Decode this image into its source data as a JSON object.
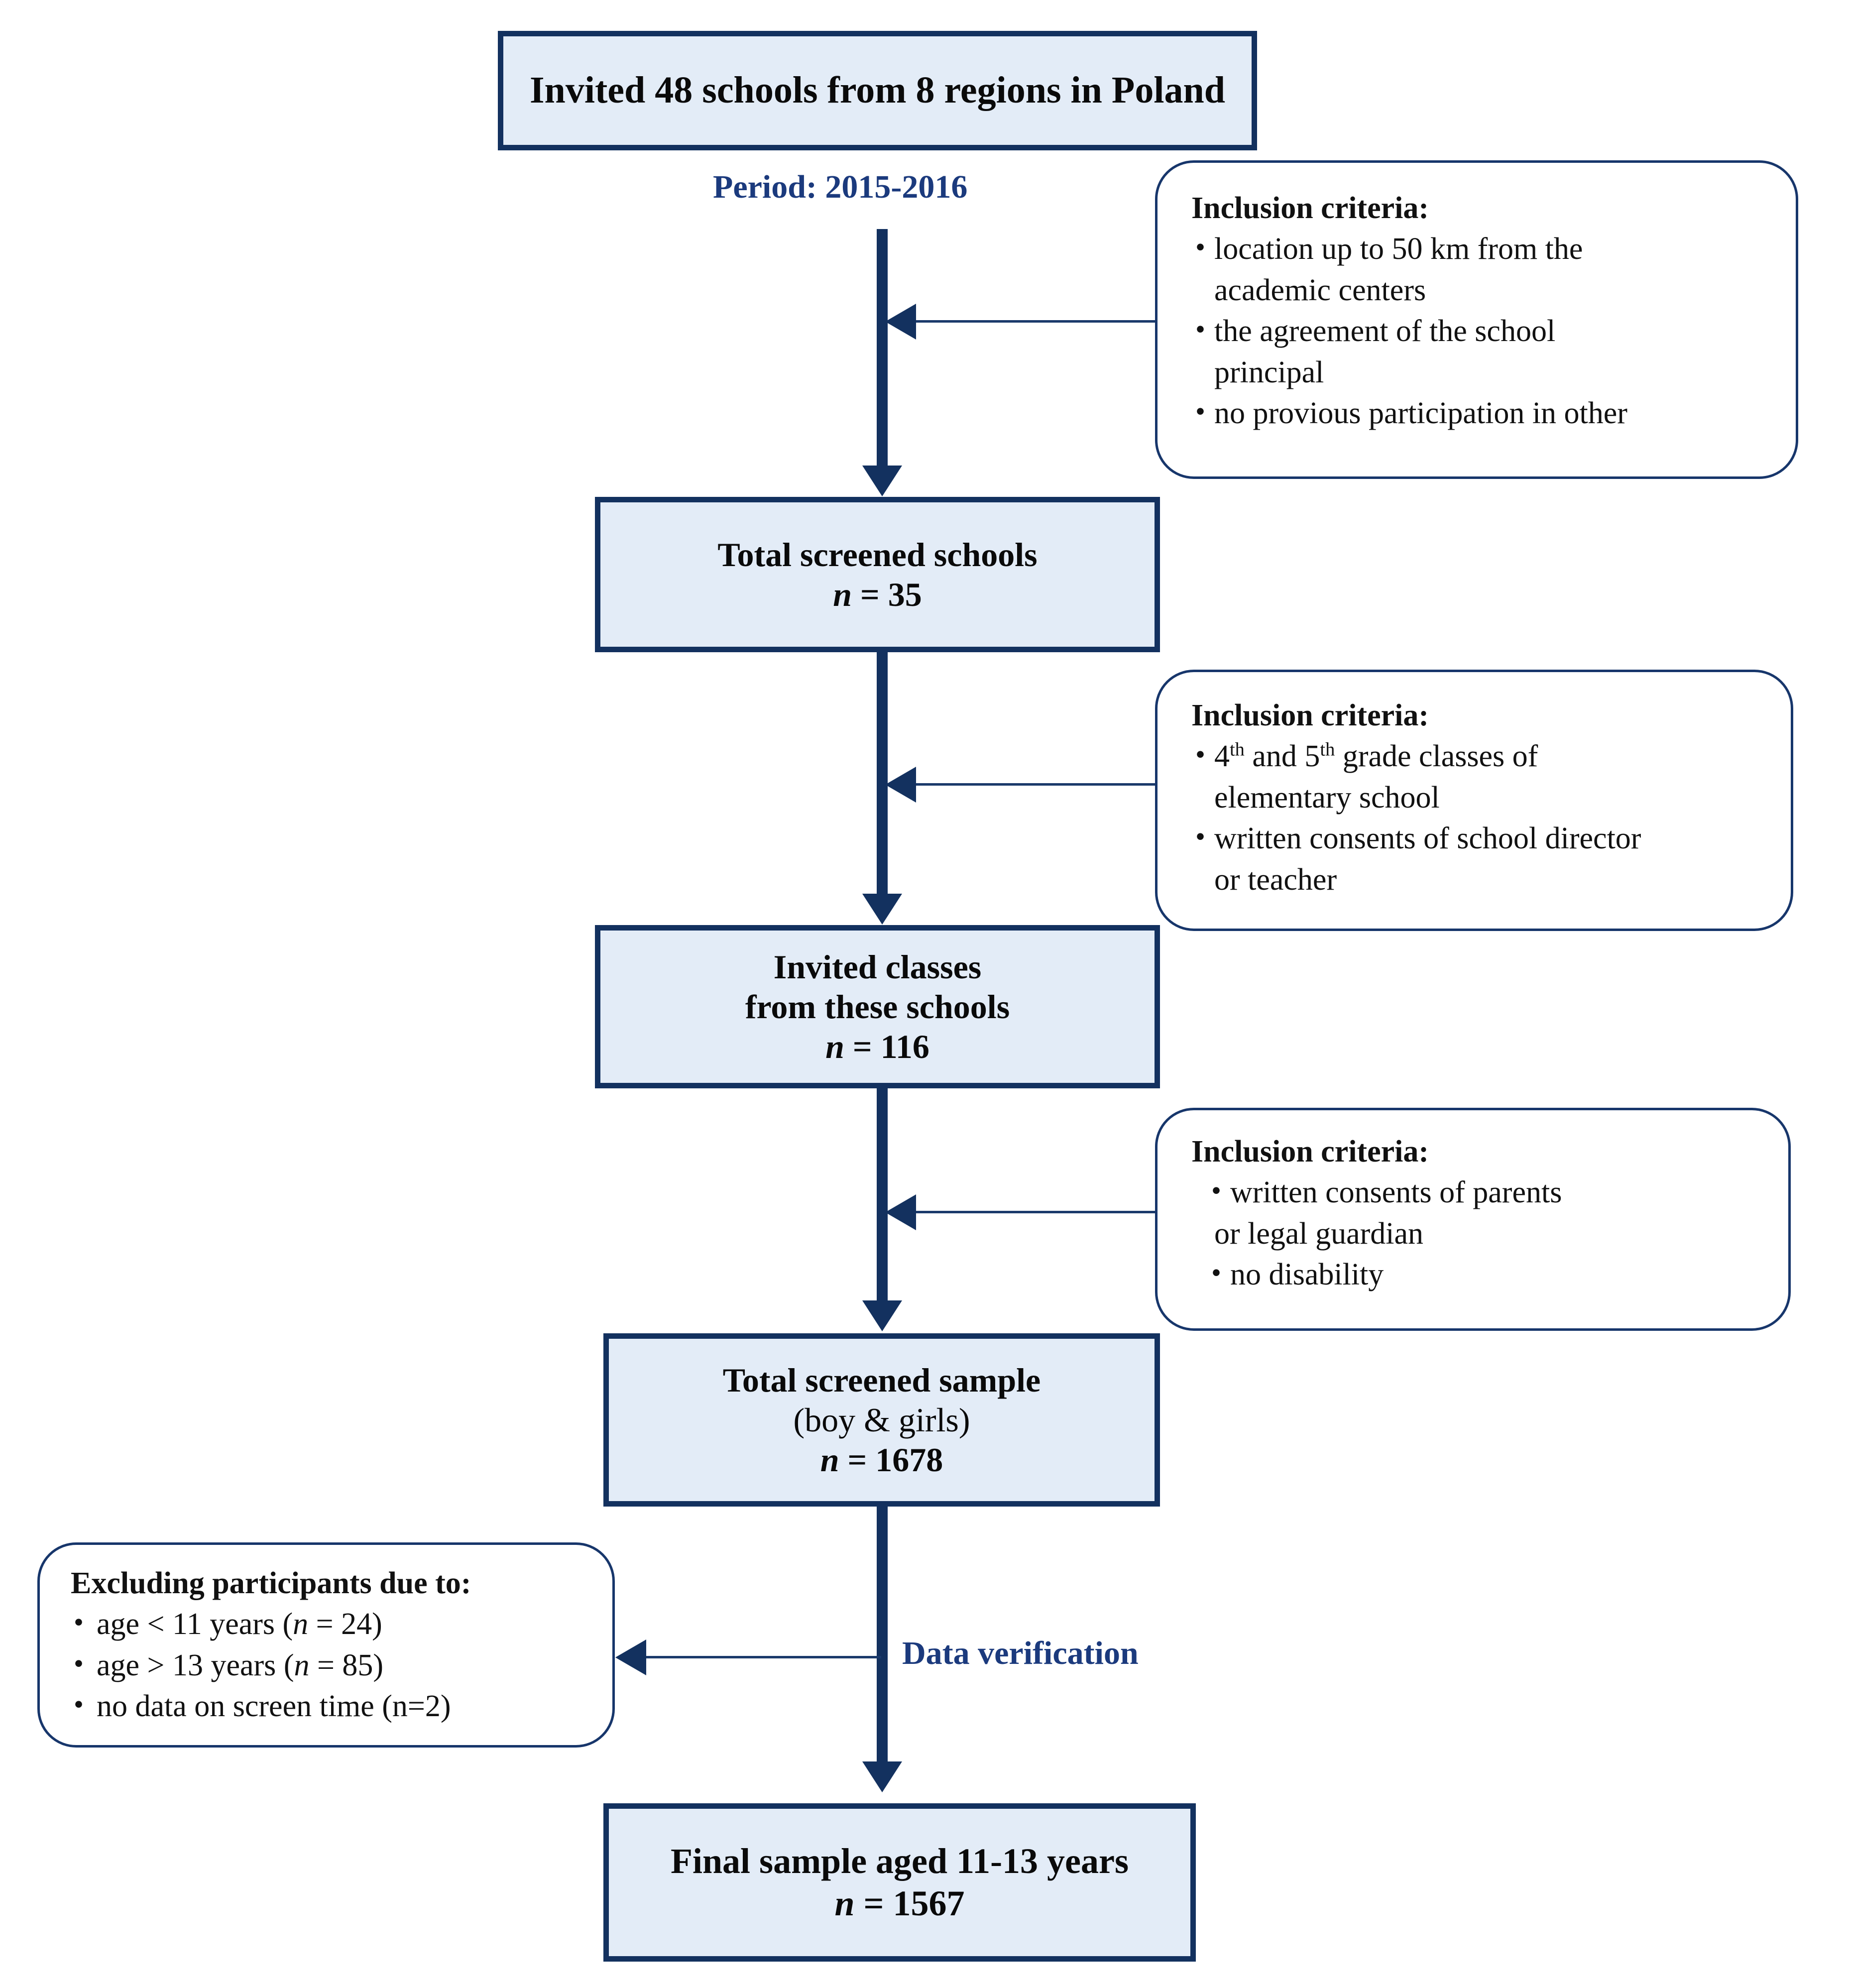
{
  "diagram": {
    "title": "Study participant flow diagram",
    "colors": {
      "box_fill": "#e3ecf7",
      "box_border": "#13315f",
      "criteria_border": "#17366b",
      "connector": "#13315f",
      "label_text": "#1b3a7d",
      "body_text": "#111111",
      "background": "#ffffff"
    }
  },
  "boxes": {
    "invited_schools": {
      "text": "Invited 48 schools from 8 regions in Poland"
    },
    "screened_schools": {
      "line1": "Total screened schools",
      "n_label": "n",
      "n_eq": " = ",
      "n_value": "35"
    },
    "invited_classes": {
      "line1": "Invited classes",
      "line2": "from these schools",
      "n_label": "n",
      "n_eq": " = ",
      "n_value": "116"
    },
    "screened_sample": {
      "line1": "Total screened sample",
      "line2": "(boy & girls)",
      "n_label": "n",
      "n_eq": " = ",
      "n_value": "1678"
    },
    "final_sample": {
      "line1": "Final sample aged 11-13 years",
      "n_label": "n",
      "n_eq": " = ",
      "n_value": "1567"
    }
  },
  "labels": {
    "period": "Period: 2015-2016",
    "data_verification": "Data verification"
  },
  "criteria_1": {
    "title": "Inclusion criteria:",
    "items": [
      {
        "line1": "location up to 50 km from the",
        "line2": "academic centers"
      },
      {
        "line1": "the agreement of the school",
        "line2": "principal"
      },
      {
        "line1": "no provious participation in other",
        "line2": ""
      }
    ]
  },
  "criteria_2": {
    "title": "Inclusion criteria:",
    "items": [
      {
        "pre": "4",
        "sup1": "th",
        "mid": " and 5",
        "sup2": "th",
        "post": " grade classes of",
        "line2": "elementary school"
      },
      {
        "line1": "written consents of school director",
        "line2": "or teacher"
      }
    ]
  },
  "criteria_3": {
    "title": "Inclusion criteria:",
    "items": [
      {
        "line1": "written consents of parents",
        "line2": "or legal guardian"
      },
      {
        "line1": "no disability",
        "line2": ""
      }
    ]
  },
  "exclusions": {
    "title": "Excluding participants due to:",
    "items": [
      {
        "pre": "age < 11 years (",
        "n": "n",
        "eq": " = 24)"
      },
      {
        "pre": "age > 13 years (",
        "n": "n",
        "eq": " = 85)"
      },
      {
        "pre": "no data on screen time (n=2)",
        "n": "",
        "eq": ""
      }
    ]
  },
  "icons": {
    "bullet": "•",
    "arrow_down": "arrow-down-icon",
    "arrow_left": "arrow-left-icon"
  }
}
